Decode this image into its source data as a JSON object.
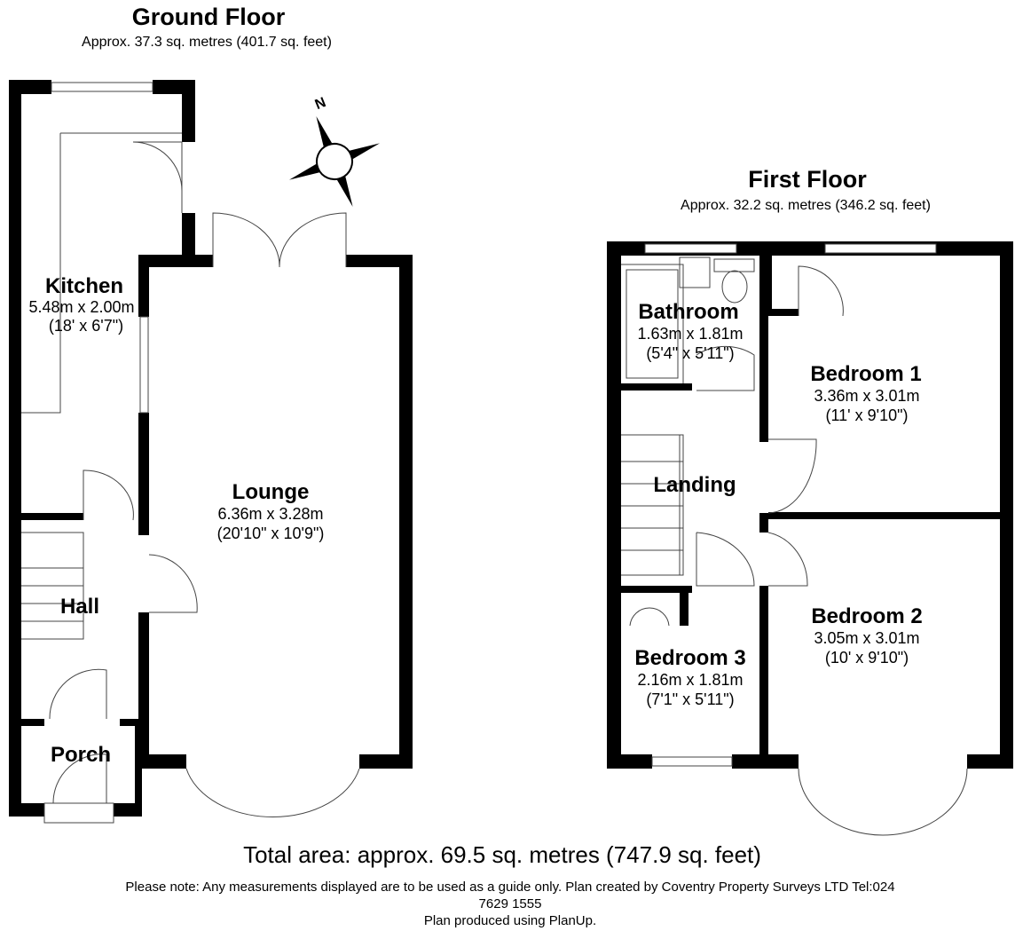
{
  "ground_floor": {
    "title": "Ground Floor",
    "area": "Approx. 37.3 sq. metres (401.7 sq. feet)",
    "rooms": [
      {
        "name": "Kitchen",
        "metric": "5.48m x 2.00m",
        "imperial": "(18' x 6'7\")"
      },
      {
        "name": "Lounge",
        "metric": "6.36m x 3.28m",
        "imperial": "(20'10\" x 10'9\")"
      },
      {
        "name": "Hall"
      },
      {
        "name": "Porch"
      }
    ]
  },
  "first_floor": {
    "title": "First Floor",
    "area": "Approx. 32.2 sq. metres (346.2 sq. feet)",
    "rooms": [
      {
        "name": "Bathroom",
        "metric": "1.63m x 1.81m",
        "imperial": "(5'4\" x 5'11\")"
      },
      {
        "name": "Bedroom 1",
        "metric": "3.36m x 3.01m",
        "imperial": "(11' x 9'10\")"
      },
      {
        "name": "Landing"
      },
      {
        "name": "Bedroom 2",
        "metric": "3.05m x 3.01m",
        "imperial": "(10' x 9'10\")"
      },
      {
        "name": "Bedroom 3",
        "metric": "2.16m x 1.81m",
        "imperial": "(7'1\" x 5'11\")"
      }
    ]
  },
  "compass": {
    "label": "N",
    "icon": "compass-icon"
  },
  "footer": {
    "total": "Total area: approx. 69.5 sq. metres (747.9 sq. feet)",
    "note_line1": "Please note: Any measurements displayed are to be used as a guide only. Plan created by Coventry Property Surveys LTD Tel:024",
    "note_line2": "7629 1555",
    "note_line3": "Plan produced using PlanUp."
  }
}
